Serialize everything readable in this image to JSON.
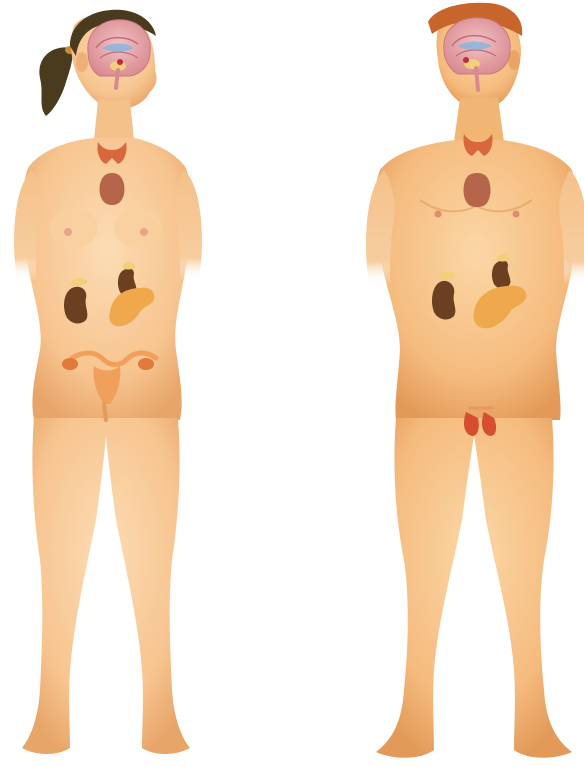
{
  "figures": [
    {
      "name": "female",
      "organs": [
        "brain",
        "thyroid",
        "thymus",
        "adrenal",
        "kidney",
        "pancreas",
        "uterus",
        "ovaries"
      ]
    },
    {
      "name": "male",
      "organs": [
        "brain",
        "thyroid",
        "thymus",
        "adrenal",
        "kidney",
        "pancreas",
        "testes"
      ]
    }
  ],
  "colors": {
    "skin": "#f7c48f",
    "skin_light": "#fcdcb4",
    "skin_shade": "#e8a56a",
    "female_hair": "#4a3a1e",
    "male_hair": "#c8652a",
    "brain": "#e8a0a6",
    "thyroid": "#d9673e",
    "thymus": "#b5654a",
    "kidney": "#6b4020",
    "adrenal": "#f2d07a",
    "pancreas": "#f0a84c",
    "uterus": "#f0a05a",
    "testes": "#d54e2e",
    "background": "#ffffff"
  }
}
